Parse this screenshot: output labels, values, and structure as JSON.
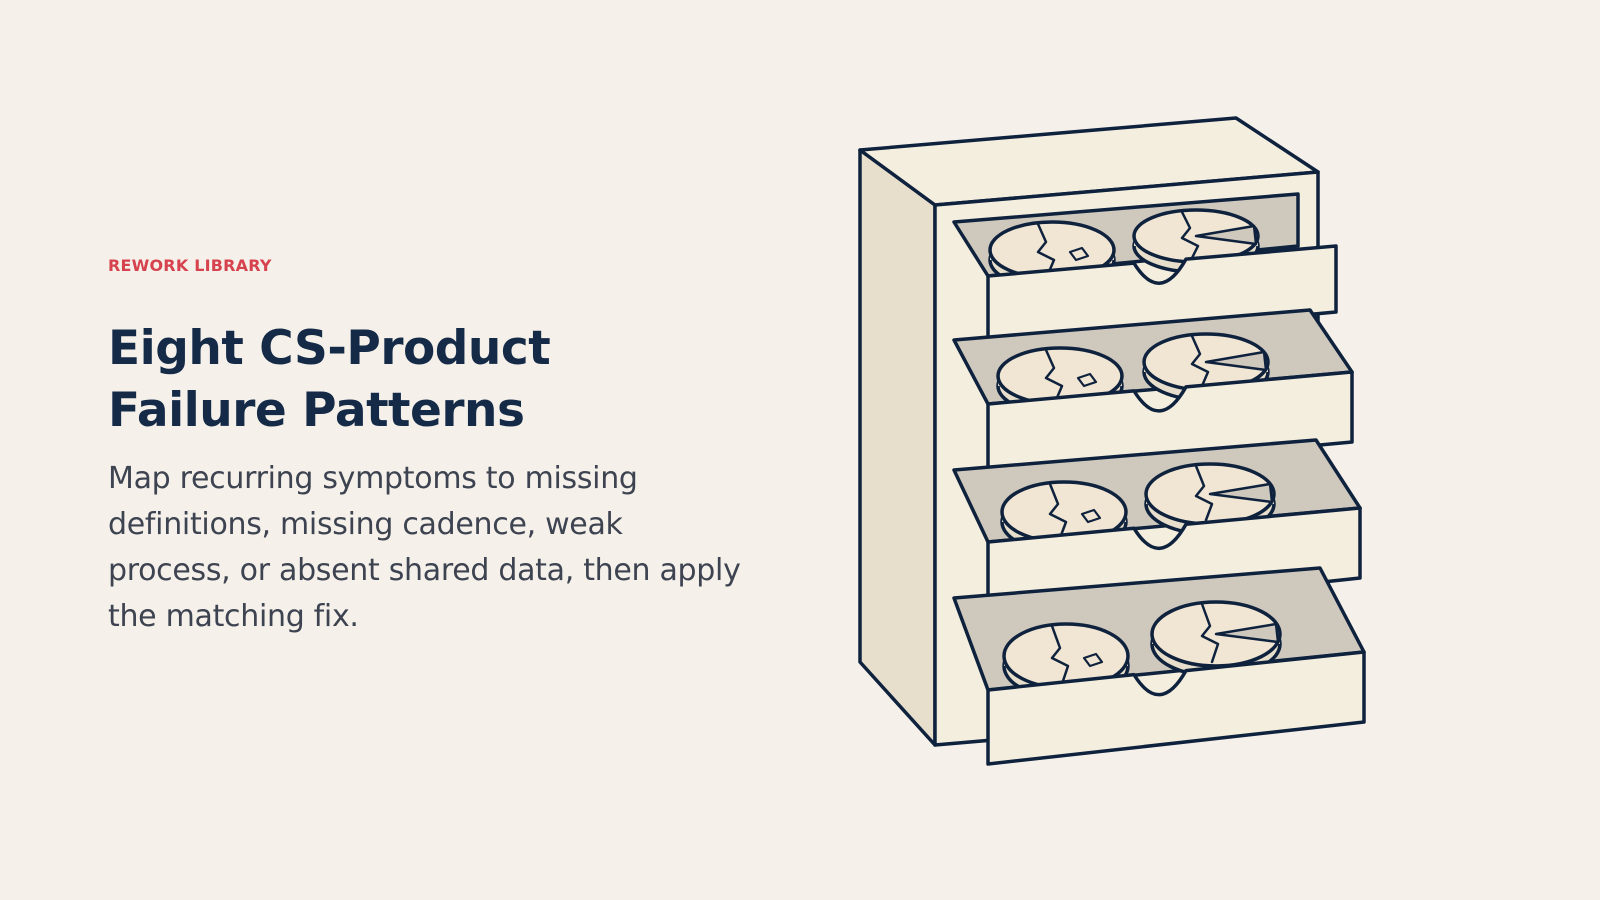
{
  "hero": {
    "eyebrow": "REWORK LIBRARY",
    "title_line1": "Eight CS-Product",
    "title_line2": "Failure Patterns",
    "subtitle": "Map recurring symptoms to missing definitions, missing cadence, weak process, or absent shared data, then apply the matching fix."
  },
  "illustration": {
    "name": "drawer-cabinet-with-broken-pies",
    "drawer_count": 4,
    "colors": {
      "outline": "#0f223d",
      "cabinet_front": "#f4eedf",
      "cabinet_side": "#e7dfcc",
      "drawer_inside": "#cfc8bd",
      "pie_fill": "#f1e6d4",
      "background": "#f5f1ea",
      "accent": "#d6424d"
    }
  }
}
